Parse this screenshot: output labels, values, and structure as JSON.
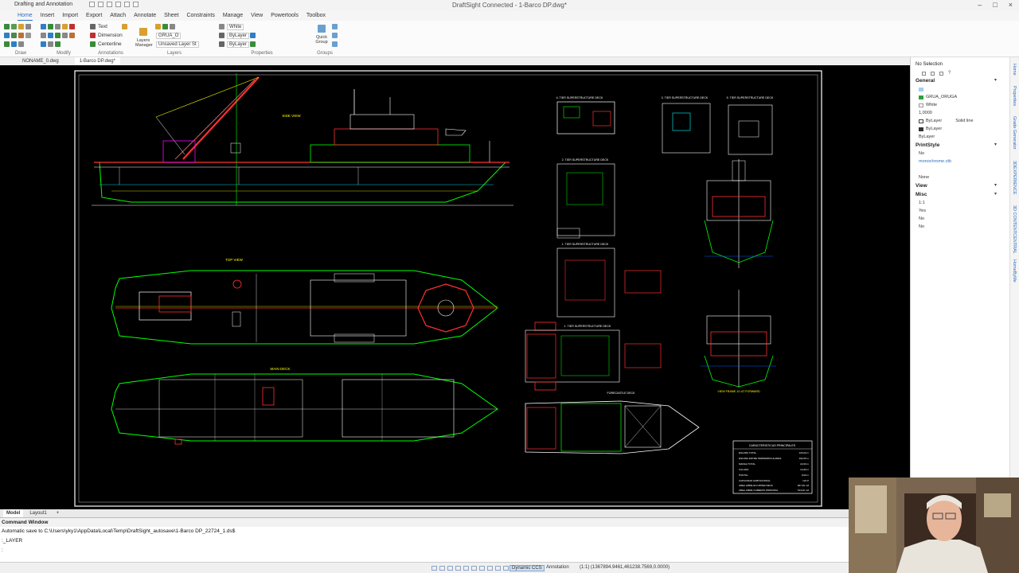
{
  "window": {
    "workspace": "Drafting and Annotation",
    "title": "DraftSight Connected - 1-Barco DP.dwg*"
  },
  "menu": [
    "Home",
    "Insert",
    "Import",
    "Export",
    "Attach",
    "Annotate",
    "Sheet",
    "Constraints",
    "Manage",
    "View",
    "Powertools",
    "Toolbox"
  ],
  "ribbon": {
    "groups": [
      "Draw",
      "Modify",
      "Annotations",
      "Layers",
      "Properties",
      "Groups"
    ],
    "text_label": "Text",
    "dimension_label": "Dimension",
    "centerline_label": "Centerline",
    "layers_manager_label": "Layers Manager",
    "layer_combo": "GRUA_O",
    "layer_state": "Unsaved Layer St",
    "color_combo": "White",
    "linestyle_combo": "ByLayer",
    "lineweight_combo": "ByLayer",
    "quick_group_label": "Quick Group"
  },
  "doc_tabs": [
    "NONAME_0.dwg",
    "1-Barco DP.dwg*"
  ],
  "drawing": {
    "side_view": "SIDE VIEW",
    "top_view": "TOP VIEW",
    "main_deck": "MAIN DECK",
    "sup_deck_1": "4. TIER SUPERSTRUCTURE DECK",
    "sup_deck_2": "3. TIER SUPERSTRUCTURE DECK",
    "sup_deck_3": "5. TIER SUPERSTRUCTURE DECK",
    "sup_deck_4": "2. TIER SUPERSTRUCTURE DECK",
    "sup_deck_5": "1. TIER SUPERSTRUCTURE DECK",
    "sup_deck_6": "1. TIER SUPERSTRUCTURE DECK",
    "forecastle": "FORECASTLE DECK",
    "view_frame": "VIEW FRAME 1/1 AT FORWARD",
    "table_title": "CARACTERISTICAS PRINCIPALES",
    "table_rows": [
      [
        "ESLORA TOTAL",
        "126,00 m"
      ],
      [
        "ESLORA ENTRE PERPENDICULARES",
        "102,00 m"
      ],
      [
        "MANGA TOTAL",
        "22,00 m"
      ],
      [
        "CALADO",
        "12,00 m"
      ],
      [
        "PUNTAL",
        "9,00 m"
      ],
      [
        "CAPACIDAD HABITACIONAL",
        "124 P"
      ],
      [
        "AREA LIBRE EN UPPER DECK",
        "667,00 m2"
      ],
      [
        "AREA LIBRE CUBIERTA PRINCIPAL",
        "514,00 m2"
      ]
    ]
  },
  "properties": {
    "header": "No Selection",
    "sections": {
      "general": "General",
      "print_style": "PrintStyle",
      "view": "View",
      "misc": "Misc"
    },
    "general_rows": [
      "GRUA_ORUGA",
      "White",
      "1,0000",
      "ByLayer",
      "ByLayer",
      "ByLayer"
    ],
    "linestyle_extra": "Solid line",
    "print_rows": [
      "No",
      "monochrome.ctb",
      "None"
    ],
    "misc_rows": [
      "1:1",
      "Yes",
      "No",
      "No"
    ],
    "side_tabs": [
      "Home",
      "Properties",
      "Grade Generator",
      "3DEXPERIENCE",
      "3D CONTENTCENTRAL",
      "HomeByMe"
    ]
  },
  "layout_tabs": [
    "Model",
    "Layout1",
    "+"
  ],
  "command": {
    "title": "Command Window",
    "line1": "Automatic save to C:\\Users\\yky1\\AppData\\Local\\Temp\\DraftSight_autosave\\1-Barco DP_22724_1.ds$",
    "line2": ":_LAYER",
    "line3": ":"
  },
  "status": {
    "ccs": "Dynamic CCS",
    "annotation": "Annotation",
    "scale": "(1:1)",
    "coords": "(1367894.9461,461238.7569,0.0000)"
  },
  "colors": {
    "canvas": "#000000",
    "accent": "#2a6ebb",
    "cad_green": "#00ff00",
    "cad_red": "#ff2020",
    "cad_yellow": "#ffff00",
    "cad_white": "#ffffff"
  }
}
